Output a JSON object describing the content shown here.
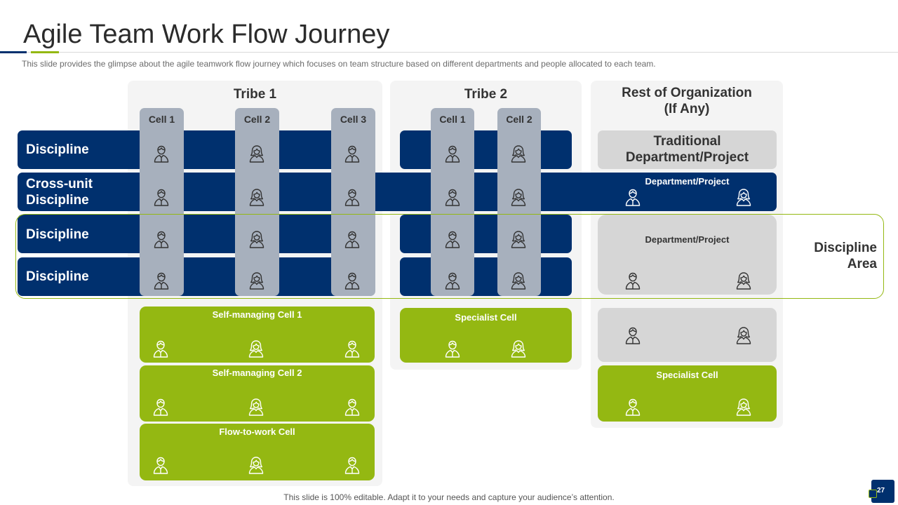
{
  "header": {
    "title": "Agile Team Work Flow Journey",
    "subtitle": "This slide provides the glimpse about the agile teamwork flow journey which focuses on team structure based on different departments and people allocated to each team."
  },
  "tribes": {
    "tribe1": {
      "title": "Tribe 1",
      "cells": [
        "Cell 1",
        "Cell 2",
        "Cell 3"
      ]
    },
    "tribe2": {
      "title": "Tribe 2",
      "cells": [
        "Cell 1",
        "Cell 2"
      ]
    },
    "rest": {
      "title_line1": "Rest of Organization",
      "title_line2": "(If Any)"
    }
  },
  "rows": {
    "discipline_1": "Discipline",
    "cross_unit_line1": "Cross-unit",
    "cross_unit_line2": "Discipline",
    "discipline_3": "Discipline",
    "discipline_4": "Discipline"
  },
  "rest_of_org": {
    "traditional_line1": "Traditional",
    "traditional_line2": "Department/Project",
    "cross_unit_department": "Department/Project",
    "discipline_area_department": "Department/Project",
    "specialist": "Specialist Cell"
  },
  "discipline_area": {
    "line1": "Discipline",
    "line2": "Area"
  },
  "bottom_cells": {
    "self_managing_1": "Self-managing Cell 1",
    "self_managing_2": "Self-managing Cell 2",
    "flow_to_work": "Flow-to-work  Cell",
    "tribe2_specialist": "Specialist Cell"
  },
  "footer": "This slide is 100% editable. Adapt it to your needs and capture your audience’s attention.",
  "page_number": "27",
  "colors": {
    "navy": "#00306e",
    "green": "#94b812",
    "cell_grey": "#a7b0bd",
    "panel": "#f4f4f4",
    "light_grey": "#d6d6d6"
  },
  "icons": [
    "male-person-icon",
    "female-person-icon"
  ]
}
